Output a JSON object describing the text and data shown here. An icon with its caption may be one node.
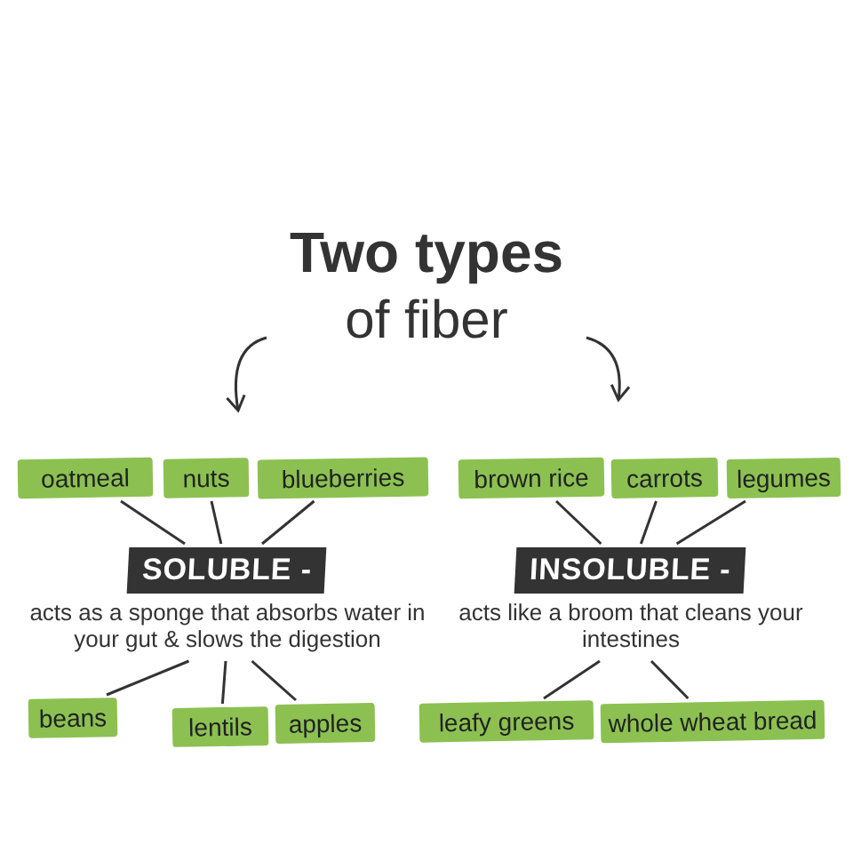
{
  "diagram": {
    "nodes": [
      {
        "text": [
          "Two types",
          "of fiber"
        ]
      },
      {
        "text": [
          "SOLUBLE -"
        ],
        "beside": [
          "acts as a sponge that absorbs water in your gut & slows the digestion"
        ]
      },
      {
        "text": [
          "INSOLUBLE -"
        ],
        "beside": [
          "acts like a broom that cleans your intestines"
        ]
      },
      {
        "text": [
          "oatmeal"
        ]
      },
      {
        "text": [
          "nuts"
        ]
      },
      {
        "text": [
          "blueberries"
        ]
      },
      {
        "text": [
          "beans"
        ]
      },
      {
        "text": [
          "lentils"
        ]
      },
      {
        "text": [
          "apples"
        ]
      },
      {
        "text": [
          "brown rice"
        ]
      },
      {
        "text": [
          "carrots"
        ]
      },
      {
        "text": [
          "legumes"
        ]
      },
      {
        "text": [
          "leafy greens"
        ]
      },
      {
        "text": [
          "whole wheat bread"
        ]
      }
    ],
    "edges": [
      {
        "from": 0,
        "to": null,
        "arrow": "to"
      },
      {
        "from": 0,
        "to": null,
        "arrow": "to"
      },
      {
        "from": 3,
        "to": 1,
        "arrow": "none"
      },
      {
        "from": 4,
        "to": 1,
        "arrow": "none"
      },
      {
        "from": 5,
        "to": 1,
        "arrow": "none"
      },
      {
        "from": 1,
        "to": 6,
        "arrow": "none"
      },
      {
        "from": 1,
        "to": 7,
        "arrow": "none"
      },
      {
        "from": 1,
        "to": 8,
        "arrow": "none"
      },
      {
        "from": 9,
        "to": 2,
        "arrow": "none"
      },
      {
        "from": 10,
        "to": 2,
        "arrow": "none"
      },
      {
        "from": 11,
        "to": 2,
        "arrow": "none"
      },
      {
        "from": 2,
        "to": 12,
        "arrow": "none"
      },
      {
        "from": 2,
        "to": 13,
        "arrow": "none"
      }
    ]
  }
}
